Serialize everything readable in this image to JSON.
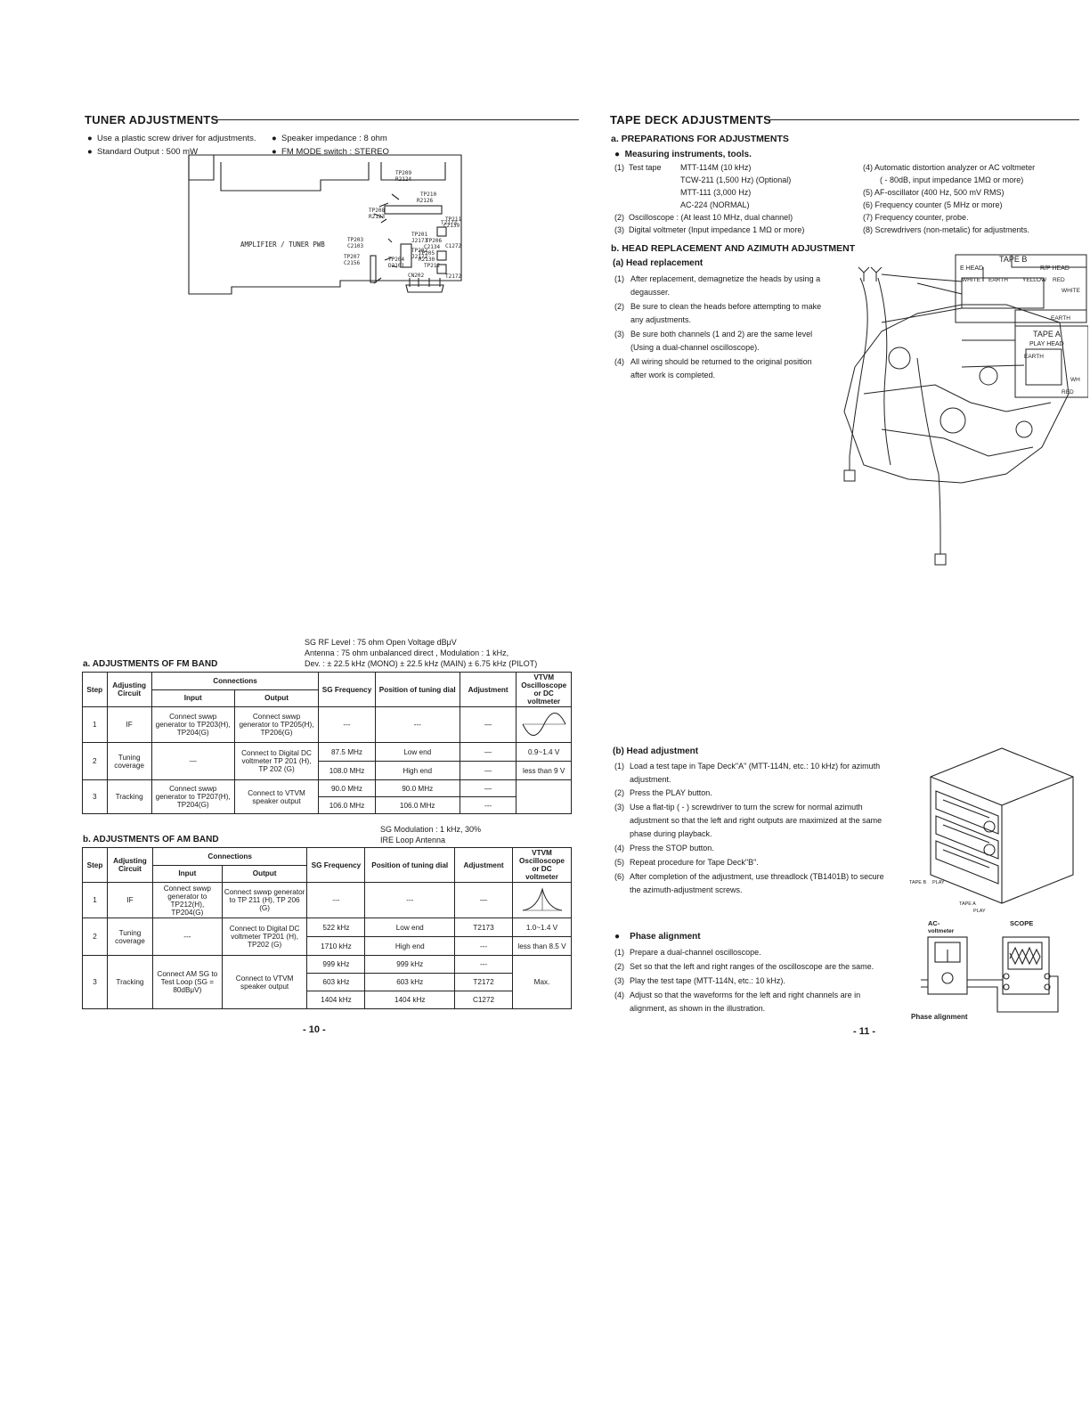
{
  "tuner": {
    "title": "TUNER ADJUSTMENTS",
    "bullets": [
      "Use a plastic screw driver for adjustments.",
      "Speaker impedance : 8 ohm",
      "Standard Output : 500 mW",
      "FM MODE switch : STEREO"
    ],
    "pwb_label": "AMPLIFIER / TUNER PWB",
    "pwb_parts": [
      "TP209",
      "R2124",
      "TP210",
      "R2126",
      "TP208",
      "R2123",
      "TP211",
      "C2139",
      "TP206",
      "C2134",
      "TP205",
      "R2130",
      "T2173",
      "TP201",
      "J2173",
      "TP203",
      "C2103",
      "TP202",
      "J2172",
      "C1272",
      "TP207",
      "C2156",
      "TP204",
      "D2101",
      "TP212",
      "CN202",
      "T2172"
    ],
    "sg_fm_notes": [
      "SG RF Level : 75 ohm Open Voltage dBμV",
      "Antenna : 75 ohm unbalanced direct , Modulation : 1 kHz,",
      "Dev. : ± 22.5 kHz (MONO)  ± 22.5 kHz (MAIN)  ± 6.75 kHz (PILOT)"
    ],
    "fm_title": "a.  ADJUSTMENTS OF FM BAND",
    "headers": {
      "step": "Step",
      "circuit": "Adjusting Circuit",
      "connections": "Connections",
      "input": "Input",
      "output": "Output",
      "sg": "SG Frequency",
      "position": "Position of tuning dial",
      "adjustment": "Adjustment",
      "vtvm": "VTVM Oscilloscope or DC voltmeter"
    },
    "fm_rows": {
      "s1": {
        "step": "1",
        "circuit": "IF",
        "input": "Connect swwp generator to TP203(H), TP204(G)",
        "output": "Connect swwp generator to TP205(H), TP206(G)",
        "sg": "---",
        "pos": "---",
        "adj": "—"
      },
      "s2": {
        "step": "2",
        "circuit": "Tuning coverage",
        "input": "—",
        "output": "Connect to Digital DC voltmeter TP 201 (H), TP 202 (G)",
        "sg_a": "87.5 MHz",
        "pos_a": "Low end",
        "adj_a": "—",
        "vt_a": "0.9~1.4 V",
        "sg_b": "108.0 MHz",
        "pos_b": "High end",
        "adj_b": "—",
        "vt_b": "less than 9 V"
      },
      "s3": {
        "step": "3",
        "circuit": "Tracking",
        "input": "Connect swwp generator to TP207(H), TP204(G)",
        "output": "Connect to VTVM speaker output",
        "sg_a": "90.0 MHz",
        "pos_a": "90.0 MHz",
        "adj_a": "—",
        "sg_b": "106.0 MHz",
        "pos_b": "106.0 MHz",
        "adj_b": "---"
      }
    },
    "sg_am_notes": [
      "SG Modulation : 1 kHz, 30%",
      "IRE Loop Antenna"
    ],
    "am_title": "b.  ADJUSTMENTS OF  AM BAND",
    "am_rows": {
      "s1": {
        "step": "1",
        "circuit": "IF",
        "input": "Connect swwp generator to TP212(H), TP204(G)",
        "output": "Connect swwp generator to TP 211 (H), TP 206 (G)",
        "sg": "---",
        "pos": "---",
        "adj": "—"
      },
      "s2": {
        "step": "2",
        "circuit": "Tuning coverage",
        "input": "---",
        "output": "Connect to Digital DC voltmeter TP201 (H), TP202 (G)",
        "sg_a": "522 kHz",
        "pos_a": "Low end",
        "adj_a": "T2173",
        "vt_a": "1.0~1.4 V",
        "sg_b": "1710 kHz",
        "pos_b": "High end",
        "adj_b": "---",
        "vt_b": "less than 8.5 V"
      },
      "s3": {
        "step": "3",
        "circuit": "Tracking",
        "input": "Connect AM SG to Test Loop (SG = 80dBμV)",
        "output": "Connect to VTVM speaker output",
        "sg_a": "999 kHz",
        "pos_a": "999 kHz",
        "adj_a": "---",
        "sg_b": "603 kHz",
        "pos_b": "603 kHz",
        "adj_b": "T2172",
        "sg_c": "1404 kHz",
        "pos_c": "1404 kHz",
        "adj_c": "C1272",
        "vt": "Max."
      }
    },
    "page_no": "- 10 -"
  },
  "tape": {
    "title": "TAPE DECK ADJUSTMENTS",
    "sub_a": "a.   PREPARATIONS FOR ADJUSTMENTS",
    "measuring": "Measuring instruments, tools.",
    "left_items": [
      {
        "n": "(1)",
        "label": "Test tape",
        "lines": [
          "MTT-114M (10 kHz)",
          "TCW-211 (1,500 Hz)  (Optional)",
          "MTT-111 (3,000 Hz)",
          "AC-224 (NORMAL)"
        ]
      },
      {
        "n": "(2)",
        "label": "Oscilloscope : (At least 10 MHz, dual channel)"
      },
      {
        "n": "(3)",
        "label": "Digital voltmeter (Input impedance 1 MΩ or more)"
      }
    ],
    "right_items": [
      "(4)   Automatic distortion analyzer or AC voltmeter",
      "( - 80dB, input impedance 1MΩ or more)",
      "(5)   AF-oscillator (400 Hz, 500 mV  RMS)",
      "(6)   Frequency counter (5 MHz or more)",
      "(7)   Frequency counter, probe.",
      "(8)   Screwdrivers (non-metalic) for adjustments."
    ],
    "sub_b": "b.   HEAD REPLACEMENT AND AZIMUTH ADJUSTMENT",
    "head_repl_title": "(a)  Head replacement",
    "head_repl_items": [
      {
        "n": "(1)",
        "t": "After replacement, demagnetize the heads by using a degausser."
      },
      {
        "n": "(2)",
        "t": "Be sure to clean the heads before attempting to make any adjustments."
      },
      {
        "n": "(3)",
        "t": "Be sure both channels (1 and 2) are the same level (Using a dual-channel oscilloscope)."
      },
      {
        "n": "(4)",
        "t": "All wiring should be returned to the original position after work is completed."
      }
    ],
    "diagram_labels": {
      "tape_b": "TAPE  B",
      "e_head": "E HEAD",
      "rp_head": "R/P HEAD",
      "white": "WHITE",
      "earth": "EARTH",
      "yellow": "YELLOW",
      "red": "RED",
      "tape_a": "TAPE  A",
      "play_head": "PLAY HEAD",
      "wh": "WH"
    },
    "head_adj_title": "(b)  Head  adjustment",
    "head_adj_items": [
      {
        "n": "(1)",
        "t": "Load a test tape in Tape Deck\"A\" (MTT-114N, etc.: 10 kHz) for azimuth adjustment."
      },
      {
        "n": "(2)",
        "t": "Press the PLAY button."
      },
      {
        "n": "(3)",
        "t": "Use a flat-tip ( - ) screwdriver to turn the screw for normal azimuth adjustment so that the left and right outputs are maximized at the same phase during playback."
      },
      {
        "n": "(4)",
        "t": "Press the STOP button."
      },
      {
        "n": "(5)",
        "t": "Repeat procedure for Tape Deck\"B\"."
      },
      {
        "n": "(6)",
        "t": "After completion of the adjustment, use threadlock (TB1401B) to secure the azimuth-adjustment screws."
      }
    ],
    "deck_labels": {
      "tape_b": "TAPE B",
      "play_b": "PLAY",
      "tape_a": "TAPE A",
      "play_a": "PLAY"
    },
    "phase_title": "Phase alignment",
    "phase_items": [
      {
        "n": "(1)",
        "t": "Prepare a dual-channel oscilloscope."
      },
      {
        "n": "(2)",
        "t": "Set so that the left and right ranges of the oscilloscope are the same."
      },
      {
        "n": "(3)",
        "t": "Play the test tape (MTT-114N, etc.: 10 kHz)."
      },
      {
        "n": "(4)",
        "t": "Adjust so that the waveforms for the left and right channels are in alignment, as shown in the illustration."
      }
    ],
    "phase_labels": {
      "ac": "AC-",
      "voltmeter": "voltmeter",
      "scope": "SCOPE",
      "caption": "Phase alignment"
    },
    "page_no": "- 11 -"
  }
}
